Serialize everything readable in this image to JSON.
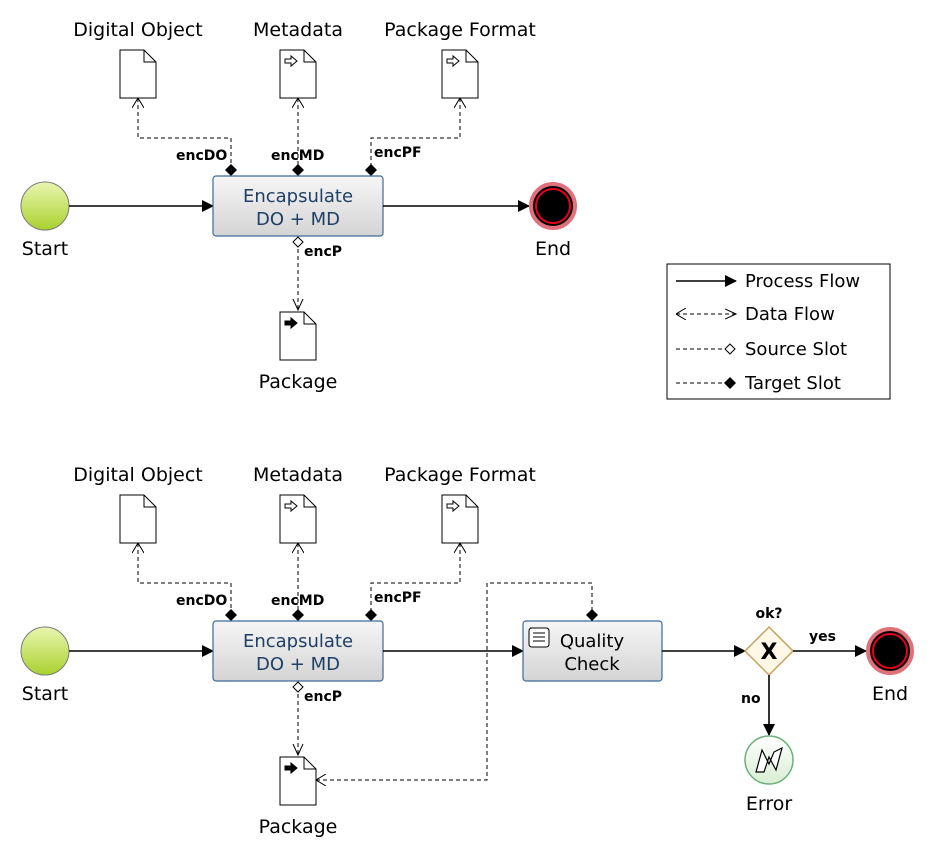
{
  "top": {
    "inputs": {
      "digital_object": "Digital Object",
      "metadata": "Metadata",
      "package_format": "Package Format"
    },
    "slots": {
      "do": "encDO",
      "md": "encMD",
      "pf": "encPF",
      "p": "encP"
    },
    "task": {
      "line1": "Encapsulate",
      "line2": "DO + MD"
    },
    "start": "Start",
    "end": "End",
    "output": "Package"
  },
  "bottom": {
    "inputs": {
      "digital_object": "Digital Object",
      "metadata": "Metadata",
      "package_format": "Package Format"
    },
    "slots": {
      "do": "encDO",
      "md": "encMD",
      "pf": "encPF",
      "p": "encP"
    },
    "task": {
      "line1": "Encapsulate",
      "line2": "DO + MD"
    },
    "quality": {
      "line1": "Quality",
      "line2": "Check"
    },
    "gateway": "ok?",
    "yes": "yes",
    "no": "no",
    "start": "Start",
    "end": "End",
    "error": "Error",
    "output": "Package"
  },
  "legend": {
    "process_flow": "Process Flow",
    "data_flow": "Data Flow",
    "source_slot": "Source Slot",
    "target_slot": "Target Slot"
  }
}
